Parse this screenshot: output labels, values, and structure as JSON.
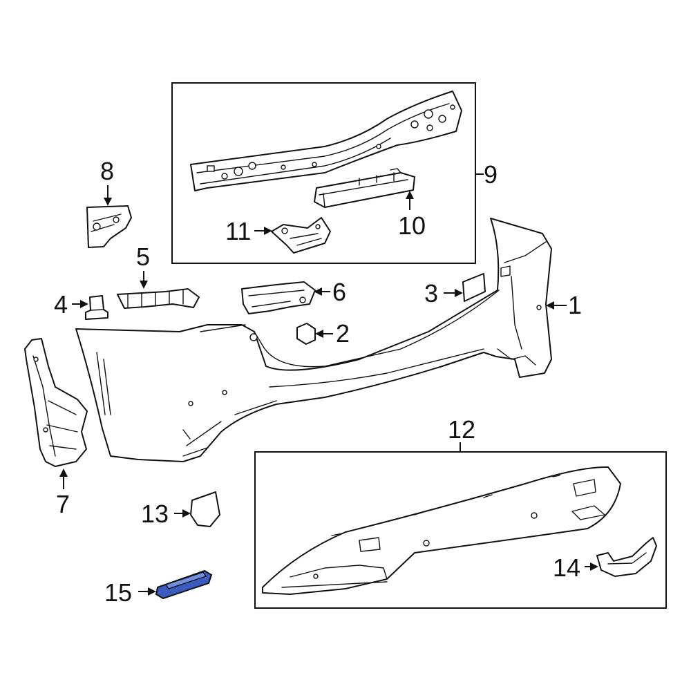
{
  "diagram": {
    "callouts": {
      "c1": "1",
      "c2": "2",
      "c3": "3",
      "c4": "4",
      "c5": "5",
      "c6": "6",
      "c7": "7",
      "c8": "8",
      "c9": "9",
      "c10": "10",
      "c11": "11",
      "c12": "12",
      "c13": "13",
      "c14": "14",
      "c15": "15"
    },
    "highlighted_callout": "15",
    "colors": {
      "line": "#111111",
      "background": "#ffffff",
      "highlight": "#3a5bbf"
    }
  }
}
